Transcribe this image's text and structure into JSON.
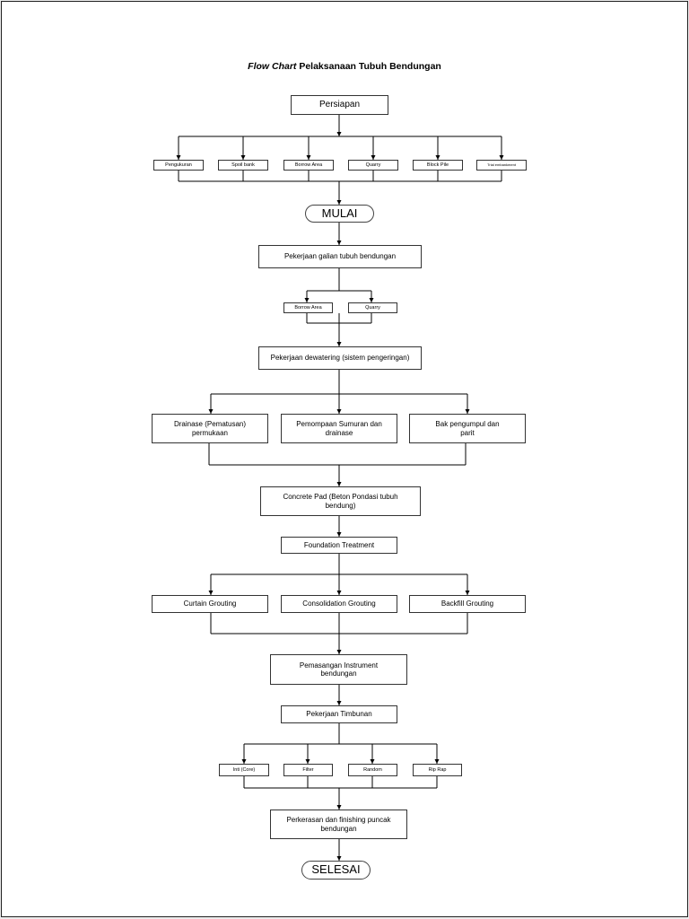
{
  "title": {
    "italic": "Flow Chart",
    "rest": " Pelaksanaan Tubuh Bendungan"
  },
  "nodes": {
    "persiapan": "Persiapan",
    "pengukuran": "Pengukuran",
    "spoil_bank": "Spoil bank",
    "borrow_area_top": "Borrow Area",
    "quarry_top": "Quarry",
    "block_pile": "Block Pile",
    "trial_embankment": "Trial embankment",
    "mulai": "MULAI",
    "galian": "Pekerjaan galian tubuh bendungan",
    "borrow_area": "Borrow Area",
    "quarry": "Quarry",
    "dewatering": "Pekerjaan dewatering (sistem pengeringan)",
    "drainase": "Drainase (Pematusan) permukaan",
    "pemompaan": "Pemompaan Sumuran dan drainase",
    "bak": "Bak pengumpul dan parit",
    "concrete_pad": "Concrete Pad (Beton Pondasi tubuh bendung)",
    "foundation": "Foundation Treatment",
    "curtain": "Curtain Grouting",
    "consolidation": "Consolidation Grouting",
    "backfill": "Backfill Grouting",
    "instrument": "Pemasangan Instrument bendungan",
    "timbunan": "Pekerjaan Timbunan",
    "inti": "Inti (Core)",
    "filter": "Filter",
    "random": "Random",
    "rip_rap": "Rip Rap",
    "perkerasan": "Perkerasan dan finishing puncak bendungan",
    "selesai": "SELESAI"
  }
}
